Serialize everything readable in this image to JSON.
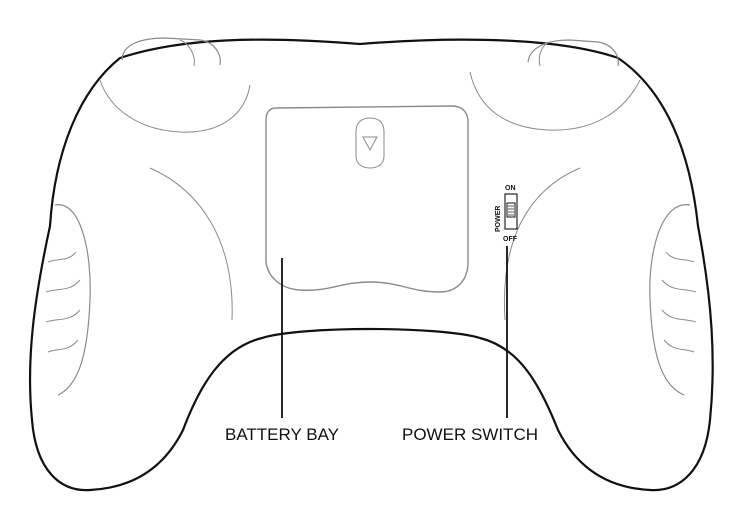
{
  "callouts": {
    "battery_bay": "BATTERY BAY",
    "power_switch": "POWER SWITCH"
  },
  "switch": {
    "title": "POWER",
    "on_label": "ON",
    "off_label": "OFF"
  },
  "colors": {
    "outline": "#111111",
    "inner_lines": "#8a8a8a",
    "background": "#ffffff"
  }
}
